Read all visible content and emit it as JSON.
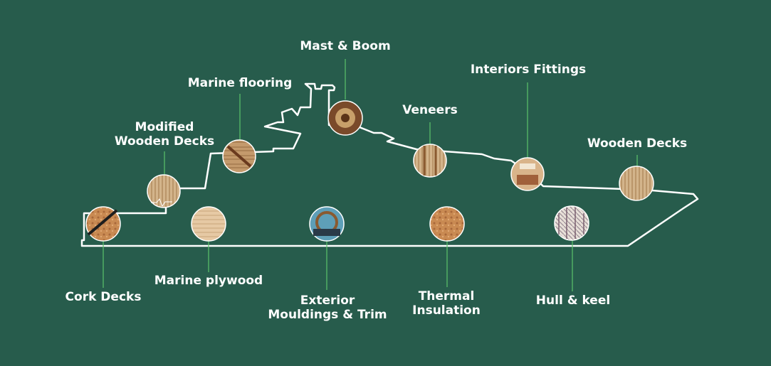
{
  "labels": {
    "mast_boom": "Mast & Boom",
    "marine_flooring": "Marine flooring",
    "interiors_fittings": "Interiors Fittings",
    "veneers": "Veneers",
    "modified_wooden_decks_l1": "Modified",
    "modified_wooden_decks_l2": "Wooden Decks",
    "wooden_decks": "Wooden Decks",
    "cork_decks": "Cork Decks",
    "marine_plywood": "Marine plywood",
    "exterior_mouldings_l1": "Exterior",
    "exterior_mouldings_l2": "Mouldings & Trim",
    "thermal_insulation_l1": "Thermal",
    "thermal_insulation_l2": "Insulation",
    "hull_keel": "Hull & keel"
  },
  "colors": {
    "background": "#275c4c",
    "outline": "#ffffff",
    "leader_line": "#5cc36b"
  }
}
